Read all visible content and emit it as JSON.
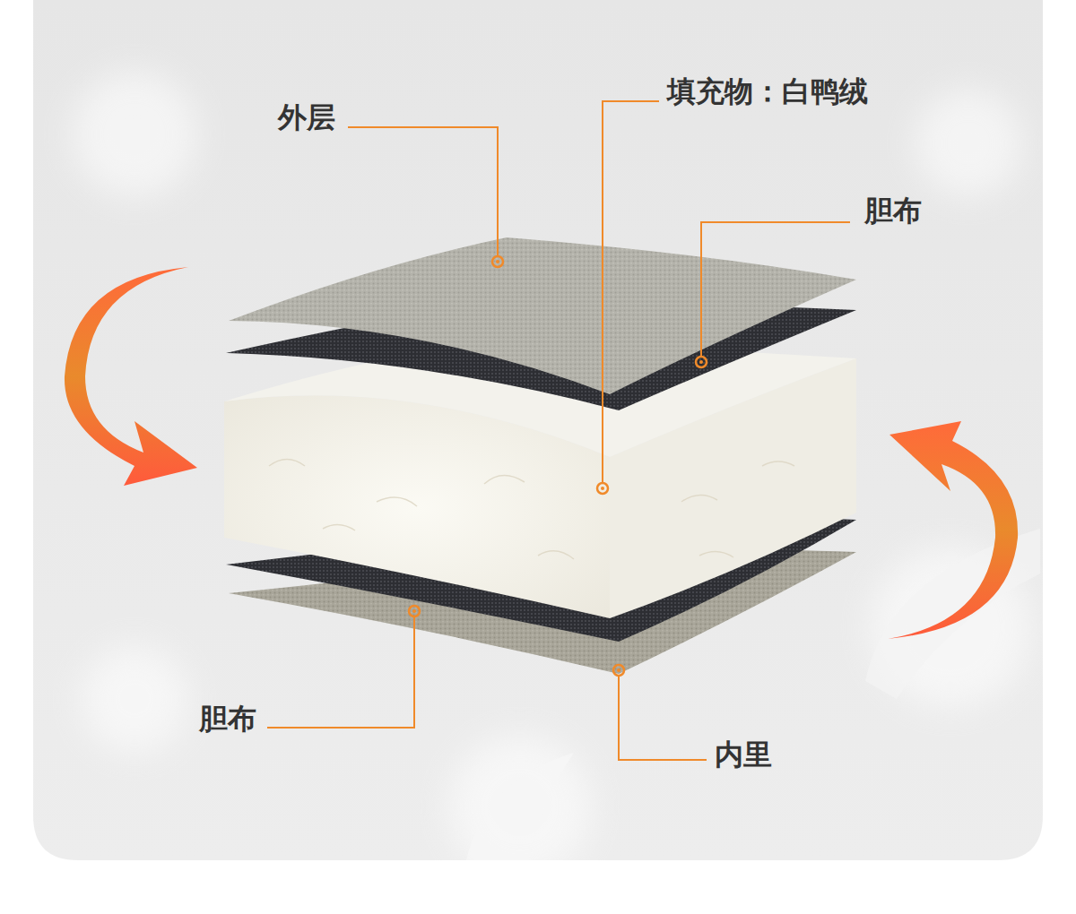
{
  "diagram": {
    "labels": [
      "外层",
      "填充物：白鸭绒",
      "胆布",
      "胆布",
      "内里"
    ]
  }
}
